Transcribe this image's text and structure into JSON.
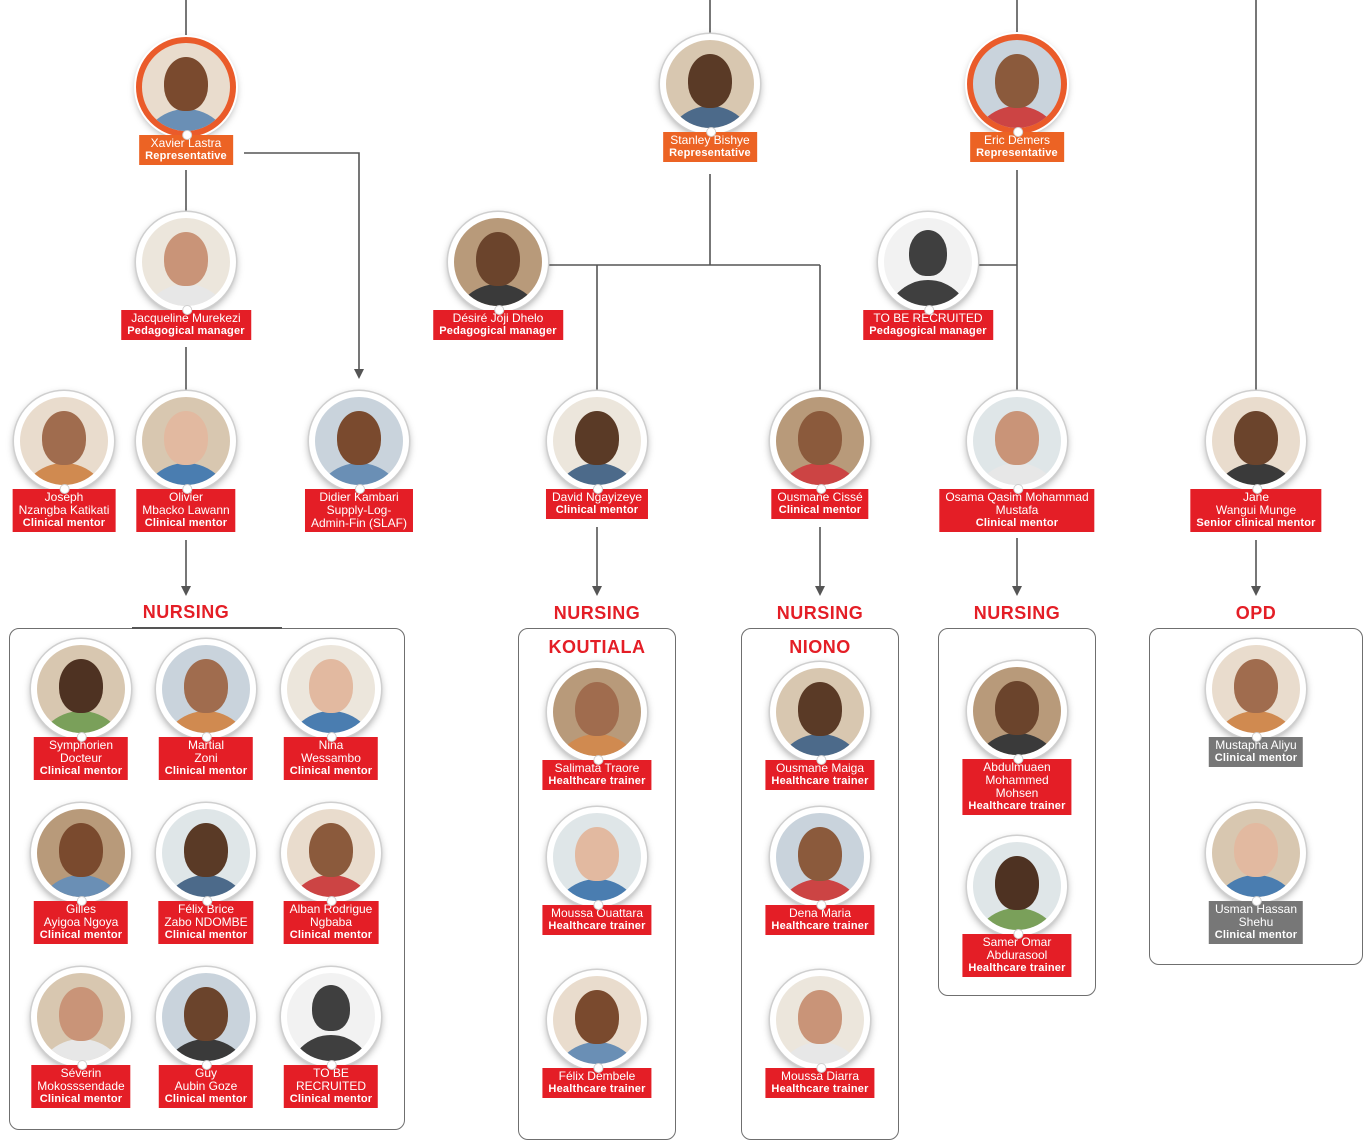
{
  "representatives": [
    {
      "name": "Xavier Lastra",
      "role": "Representative"
    },
    {
      "name": "Stanley Bishye",
      "role": "Representative"
    },
    {
      "name": "Eric Demers",
      "role": "Representative"
    }
  ],
  "managers": [
    {
      "name": "Jacqueline Murekezi",
      "role": "Pedagogical manager"
    },
    {
      "name": "Désiré Joji Dhelo",
      "role": "Pedagogical manager"
    },
    {
      "name": "TO BE RECRUITED",
      "role": "Pedagogical manager"
    }
  ],
  "mentors": [
    {
      "name": [
        "Joseph",
        "Nzangba Katikati"
      ],
      "role": "Clinical mentor"
    },
    {
      "name": [
        "Olivier",
        "Mbacko Lawann"
      ],
      "role": "Clinical mentor"
    },
    {
      "name": [
        "Didier Kambari",
        "Supply-Log-",
        "Admin-Fin (SLAF)"
      ],
      "role": ""
    },
    {
      "name": [
        "David Ngayizeye"
      ],
      "role": "Clinical mentor"
    },
    {
      "name": [
        "Ousmane Cissé"
      ],
      "role": "Clinical mentor"
    },
    {
      "name": [
        "Osama Qasim Mohammad",
        "Mustafa"
      ],
      "role": "Clinical mentor"
    },
    {
      "name": [
        "Jane",
        "Wangui Munge"
      ],
      "role": "Senior clinical mentor"
    }
  ],
  "groups": [
    {
      "heading": "NURSING",
      "subheading": "",
      "members": [
        {
          "name": [
            "Symphorien",
            "Docteur"
          ],
          "role": "Clinical mentor"
        },
        {
          "name": [
            "Martial",
            "Zoni"
          ],
          "role": "Clinical mentor"
        },
        {
          "name": [
            "Nina",
            "Wessambo"
          ],
          "role": "Clinical mentor"
        },
        {
          "name": [
            "Gilles",
            "Ayigoa Ngoya"
          ],
          "role": "Clinical mentor"
        },
        {
          "name": [
            "Félix Brice",
            "Zabo NDOMBE"
          ],
          "role": "Clinical mentor"
        },
        {
          "name": [
            "Alban Rodrigue",
            "Ngbaba"
          ],
          "role": "Clinical mentor"
        },
        {
          "name": [
            "Séverin",
            "Mokosssendade"
          ],
          "role": "Clinical mentor"
        },
        {
          "name": [
            "Guy",
            "Aubin Goze"
          ],
          "role": "Clinical mentor"
        },
        {
          "name": [
            "TO BE",
            "RECRUITED"
          ],
          "role": "Clinical mentor"
        }
      ]
    },
    {
      "heading": "NURSING",
      "subheading": "KOUTIALA",
      "members": [
        {
          "name": [
            "Salimata Traore"
          ],
          "role": "Healthcare trainer"
        },
        {
          "name": [
            "Moussa Ouattara"
          ],
          "role": "Healthcare trainer"
        },
        {
          "name": [
            "Félix Dembele"
          ],
          "role": "Healthcare trainer"
        }
      ]
    },
    {
      "heading": "NURSING",
      "subheading": "NIONO",
      "members": [
        {
          "name": [
            "Ousmane Maiga"
          ],
          "role": "Healthcare trainer"
        },
        {
          "name": [
            "Dena Maria"
          ],
          "role": "Healthcare trainer"
        },
        {
          "name": [
            "Moussa Diarra"
          ],
          "role": "Healthcare trainer"
        }
      ]
    },
    {
      "heading": "NURSING",
      "subheading": "",
      "members": [
        {
          "name": [
            "Abdulmuaen",
            "Mohammed",
            "Mohsen"
          ],
          "role": "Healthcare trainer"
        },
        {
          "name": [
            "Samer Omar",
            "Abdurasool"
          ],
          "role": "Healthcare trainer"
        }
      ]
    },
    {
      "heading": "OPD",
      "subheading": "",
      "members": [
        {
          "name": [
            "Mustapha Aliyu"
          ],
          "role": "Clinical mentor"
        },
        {
          "name": [
            "Usman Hassan",
            "Shehu"
          ],
          "role": "Clinical mentor"
        }
      ]
    }
  ],
  "colors": {
    "red": "#e41e26",
    "orange": "#ec6324",
    "gray": "#777777",
    "ring": "#ea5b2a",
    "line": "#555555"
  }
}
